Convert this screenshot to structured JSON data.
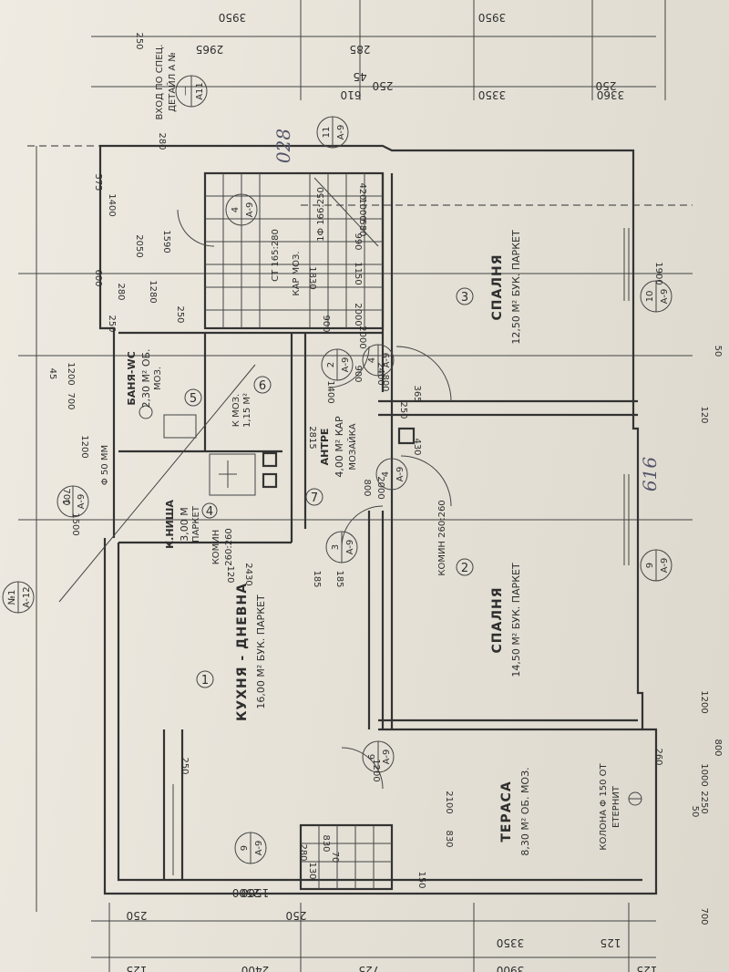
{
  "rooms": {
    "kitchen": {
      "name": "КУХНЯ - ДНЕВНА",
      "area": "16,00 М² БУК. ПАРКЕТ",
      "number": "1"
    },
    "bedroom2": {
      "name": "СПАЛНЯ",
      "area": "14,50 М² БУК. ПАРКЕТ",
      "number": "2"
    },
    "bedroom3": {
      "name": "СПАЛНЯ",
      "area": "12,50 М² БУК. ПАРКЕТ",
      "number": "3"
    },
    "terrace": {
      "name": "ТЕРАСА",
      "area": "8,30 М² ОБ. МОЗ.",
      "column": "КОЛОНА Φ 150 ОТ",
      "column2": "ЕТЕРНИТ"
    },
    "niche": {
      "name": "К.НИША",
      "area": "3,00 М",
      "floor": "ПАРКЕТ",
      "number": "4"
    },
    "bath": {
      "name": "БАНЯ-WC",
      "area": "2,30 М² ОБ.",
      "floor": "МОЗ.",
      "number": "5"
    },
    "hall": {
      "name": "АНТРЕ",
      "area": "4,00 М² КАР",
      "floor": "МОЗАЙКА",
      "number": "7"
    },
    "wc": {
      "number": "6",
      "note1": "К МОЗ.",
      "note2": "1,15 М²"
    }
  },
  "labels": {
    "chimney1": "КОМИН 260:260",
    "chimney2": "КОМИН",
    "chimney2b": "260:260",
    "pipe": "Φ 50 ММ",
    "entrance": "ВХОД ПО СПЕЦ.",
    "entrance_detail": "ДЕТАЙЛ А №",
    "stair_note": "КАР МОЗ.",
    "stair_size": "СТ 165:280",
    "stair_size2": "1Ф 166:250",
    "handwritten1": "028",
    "handwritten2": "616"
  },
  "markers": [
    {
      "top": "9",
      "bottom": "А-9"
    },
    {
      "top": "6",
      "bottom": "А-9"
    },
    {
      "top": "1",
      "bottom": "А-9"
    },
    {
      "top": "11",
      "bottom": "А-9"
    },
    {
      "top": "10",
      "bottom": "А-9"
    },
    {
      "top": "9",
      "bottom": "А-9"
    },
    {
      "top": "3",
      "bottom": "А-9"
    },
    {
      "top": "2",
      "bottom": "А-9"
    },
    {
      "top": "4",
      "bottom": "А-9"
    },
    {
      "top": "4",
      "bottom": "А-9"
    },
    {
      "top": "4",
      "bottom": "А-9"
    },
    {
      "top": "№1",
      "bottom": "А-12"
    },
    {
      "top": "—",
      "bottom": "А11"
    }
  ],
  "dimensions": {
    "top_row": [
      "3950",
      "3950",
      "3350",
      "2965",
      "3360",
      "610",
      "285",
      "45",
      "250",
      "250"
    ],
    "bottom_row": [
      "2400",
      "3900",
      "3350",
      "125",
      "725",
      "125",
      "125",
      "250",
      "250",
      "1500",
      "2500"
    ],
    "misc": [
      "250",
      "280",
      "575",
      "1590",
      "1400",
      "2050",
      "600",
      "280",
      "250",
      "1280",
      "250",
      "2000",
      "900",
      "1830",
      "1150",
      "990",
      "580",
      "420",
      "1000",
      "700",
      "1200",
      "45",
      "1200",
      "700",
      "1500",
      "1900",
      "120",
      "50",
      "2430",
      "120",
      "185",
      "2815",
      "1400",
      "365",
      "430",
      "250",
      "800",
      "2000",
      "2400",
      "800",
      "1200",
      "2100",
      "830",
      "830",
      "70",
      "150",
      "130",
      "280",
      "260",
      "2250",
      "250",
      "50",
      "700",
      "1000",
      "800",
      "1200",
      "185",
      "900",
      "2000"
    ]
  }
}
